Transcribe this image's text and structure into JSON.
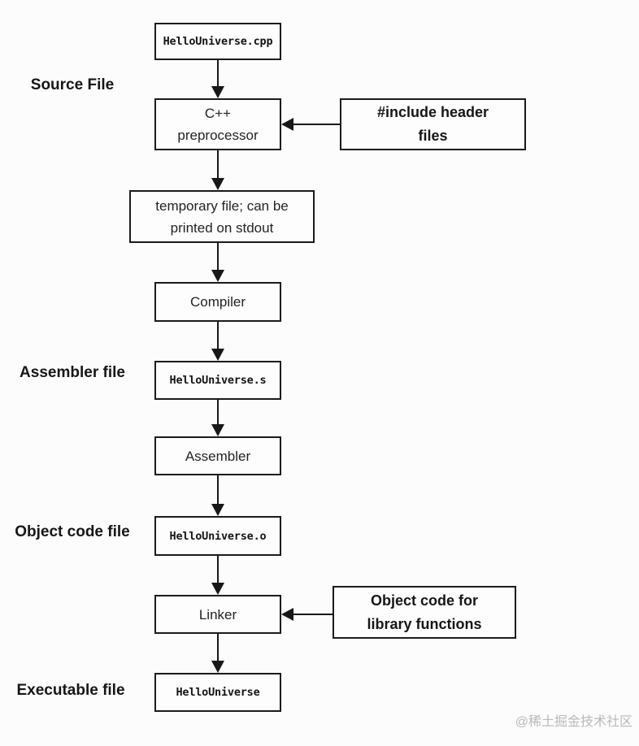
{
  "diagram": {
    "title_hint": "C++ build pipeline flowchart",
    "nodes": {
      "source_file": {
        "text": "HelloUniverse.cpp"
      },
      "preprocessor": {
        "line1": "C++",
        "line2": "preprocessor"
      },
      "temp_file": {
        "line1": "temporary file; can be",
        "line2": "printed on stdout"
      },
      "compiler": {
        "text": "Compiler"
      },
      "assembler_file": {
        "text": "HelloUniverse.s"
      },
      "assembler": {
        "text": "Assembler"
      },
      "object_file": {
        "text": "HelloUniverse.o"
      },
      "linker": {
        "text": "Linker"
      },
      "executable": {
        "text": "HelloUniverse"
      }
    },
    "callouts": {
      "include_headers": {
        "line1": "#include header",
        "line2": "files"
      },
      "object_library": {
        "line1": "Object code for",
        "line2": "library functions"
      }
    },
    "side_labels": {
      "source": {
        "line1": "Source File"
      },
      "assembler": {
        "line1": "Assembler",
        "line2": "file"
      },
      "object": {
        "line1": "Object code",
        "line2": "file"
      },
      "executable": {
        "line1": "Executable",
        "line2": "file"
      }
    },
    "colors": {
      "border": "#1b1b1b",
      "text": "#1f1f1f",
      "background": "#fcfcfc",
      "watermark": "#b9b9b9"
    }
  },
  "watermark": {
    "text": "@稀土掘金技术社区"
  }
}
